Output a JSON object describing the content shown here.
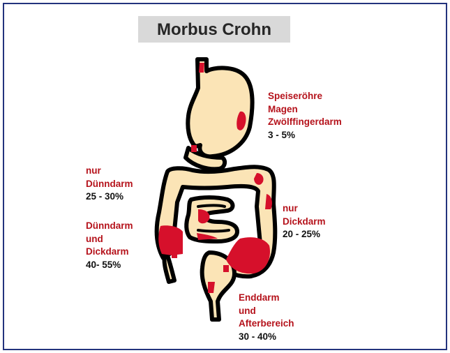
{
  "title": "Morbus Crohn",
  "colors": {
    "frame": "#23337d",
    "tissue": "#fbe4b6",
    "outline": "#000000",
    "lesion": "#d6102b",
    "label_red": "#b5121b"
  },
  "regions": {
    "upper": {
      "name_lines": [
        "Speiseröhre",
        "Magen",
        "Zwölffingerdarm"
      ],
      "percent": "3 - 5%"
    },
    "small_intestine": {
      "name_lines": [
        "nur",
        "Dünndarm"
      ],
      "percent": "25 - 30%"
    },
    "small_and_large": {
      "name_lines": [
        "Dünndarm",
        "und",
        "Dickdarm"
      ],
      "percent": "40- 55%"
    },
    "large_intestine": {
      "name_lines": [
        "nur",
        "Dickdarm"
      ],
      "percent": "20 - 25%"
    },
    "rectum_anus": {
      "name_lines": [
        "Enddarm",
        "und",
        "Afterbereich"
      ],
      "percent": "30 - 40%"
    }
  }
}
